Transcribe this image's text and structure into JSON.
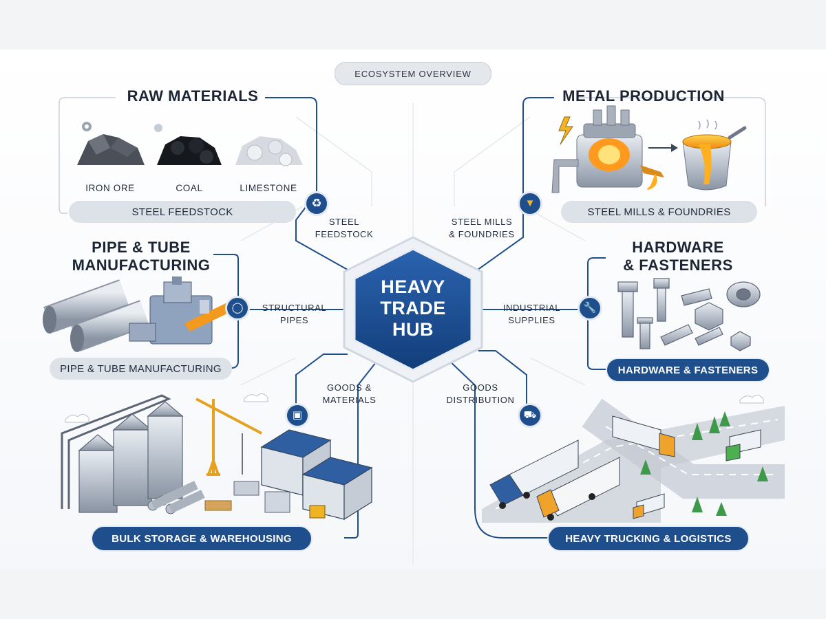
{
  "header": {
    "overview_label": "ECOSYSTEM OVERVIEW"
  },
  "hub": {
    "line1": "HEAVY",
    "line2": "TRADE",
    "line3": "HUB"
  },
  "raw_materials": {
    "title": "RAW MATERIALS",
    "items": [
      "IRON ORE",
      "COAL",
      "LIMESTONE"
    ],
    "footer": "STEEL FEEDSTOCK"
  },
  "metal_production": {
    "title": "METAL PRODUCTION",
    "footer": "STEEL MILLS & FOUNDRIES"
  },
  "pipe_tube": {
    "title_line1": "PIPE & TUBE",
    "title_line2": "MANUFACTURING",
    "footer": "PIPE & TUBE MANUFACTURING"
  },
  "hardware": {
    "title_line1": "HARDWARE",
    "title_line2": "& FASTENERS",
    "footer": "HARDWARE & FASTENERS"
  },
  "storage": {
    "footer": "BULK STORAGE & WAREHOUSING"
  },
  "logistics": {
    "footer": "HEAVY TRUCKING & LOGISTICS"
  },
  "connectors": {
    "steel_feedstock": [
      "STEEL",
      "FEEDSTOCK"
    ],
    "steel_mills": [
      "STEEL MILLS",
      "& FOUNDRIES"
    ],
    "structural_pipes": [
      "STRUCTURAL",
      "PIPES"
    ],
    "industrial_supplies": [
      "INDUSTRIAL",
      "SUPPLIES"
    ],
    "goods_materials": [
      "GOODS &",
      "MATERIALS"
    ],
    "goods_distribution": [
      "GOODS",
      "DISTRIBUTION"
    ]
  },
  "colors": {
    "accent": "#1f4e8c",
    "hub_fill": "#1d4f93",
    "pill_light": "#dde2e9",
    "line": "#1f4e8c"
  },
  "icons": [
    "recycle-icon",
    "ladle-icon",
    "pipe-icon",
    "wrench-icon",
    "box-icon",
    "truck-icon"
  ]
}
